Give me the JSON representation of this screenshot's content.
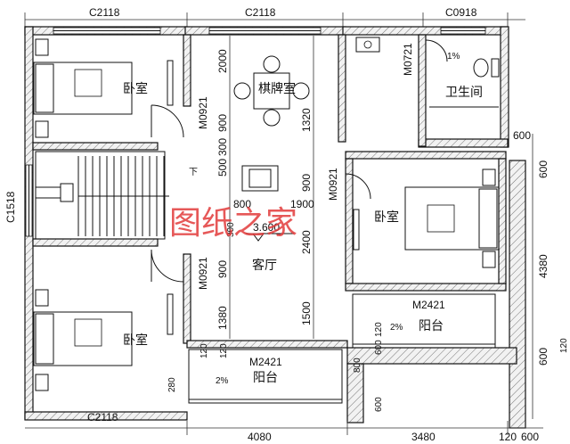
{
  "window_codes": {
    "top_left": "C2118",
    "top_mid": "C2118",
    "top_right": "C0918",
    "bottom_left": "C2118",
    "left_mid": "C1518"
  },
  "rooms": {
    "bedroom_tl": "卧室",
    "bedroom_bl": "卧室",
    "bedroom_r": "卧室",
    "chess_room": "棋牌室",
    "bathroom": "卫生间",
    "living": "客厅",
    "balcony_bottom": "阳台",
    "balcony_right": "阳台"
  },
  "doors": {
    "m0921_upper": "M0921",
    "m0921_lower": "M0921",
    "m0921_right": "M0921",
    "m0721": "M0721",
    "m2421_bottom": "M2421",
    "m2421_right": "M2421"
  },
  "elevation": "3.600",
  "stair_down": "下",
  "slope": {
    "bath": "1%",
    "balcony_bottom": "2%",
    "balcony_right": "2%"
  },
  "dimensions": {
    "center_col": [
      "2000",
      "900",
      "300",
      "500",
      "800",
      "1900",
      "300",
      "900",
      "1380",
      "120"
    ],
    "center_col2": [
      "1320",
      "900",
      "2400",
      "1500"
    ],
    "right_col": [
      "600",
      "600",
      "4380",
      "600",
      "120"
    ],
    "bottom_row": [
      "4080",
      "3480",
      "120",
      "600"
    ],
    "balcony_vert": [
      "800",
      "600",
      "120",
      "280",
      "600",
      "120"
    ]
  },
  "watermark": "图纸之家"
}
